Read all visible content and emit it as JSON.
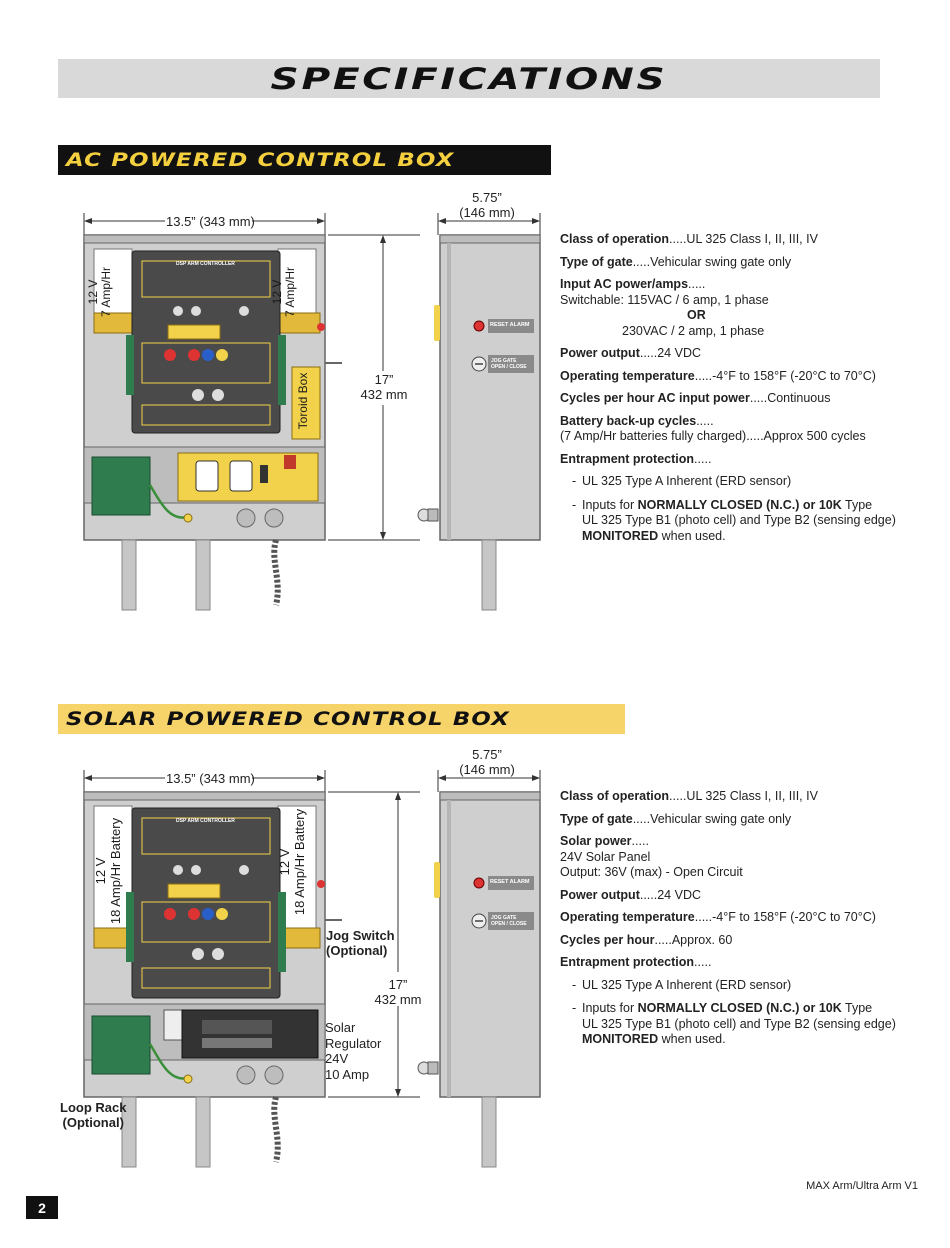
{
  "page_title": "SPECIFICATIONS",
  "ac": {
    "banner": "AC POWERED CONTROL BOX",
    "width_dim": "13.5” (343 mm)",
    "depth_dim_1": "5.75”",
    "depth_dim_2": "(146 mm)",
    "height_dim_1": "17”",
    "height_dim_2": "432 mm",
    "battery_label_1": "12 V",
    "battery_label_2": "7 Amp/Hr",
    "toroid_label": "Toroid Box",
    "reset_alarm": "RESET ALARM",
    "jog_gate_1": "JOG GATE",
    "jog_gate_2": "OPEN / CLOSE",
    "controller_title": "DSP ARM CONTROLLER",
    "specs": {
      "class_label": "Class of operation",
      "class_value": ".....UL 325 Class I, II, III, IV",
      "gate_label": "Type of gate",
      "gate_value": ".....Vehicular swing gate only",
      "input_label": "Input AC power/amps",
      "input_value": ".....",
      "input_line1": "Switchable: 115VAC / 6 amp, 1 phase",
      "input_or": "OR",
      "input_line2": "230VAC / 2 amp, 1 phase",
      "power_label": "Power output",
      "power_value": ".....24 VDC",
      "temp_label": "Operating temperature",
      "temp_value": ".....-4°F to 158°F (-20°C to 70°C)",
      "cycles_label": "Cycles per hour AC input power",
      "cycles_value": ".....Continuous",
      "battery_label": "Battery back-up cycles",
      "battery_value": ".....",
      "battery_line": "(7 Amp/Hr batteries fully charged).....Approx 500 cycles",
      "entrap_label": "Entrapment protection",
      "entrap_value": ".....",
      "entrap_item1": "UL 325 Type A Inherent (ERD sensor)",
      "entrap_item2_a": "Inputs for ",
      "entrap_item2_b": "NORMALLY CLOSED (N.C.) or 10K",
      "entrap_item2_c": " Type",
      "entrap_item2_d": "UL 325 Type B1 (photo cell) and Type B2 (sensing edge)",
      "entrap_item2_e": "MONITORED",
      "entrap_item2_f": " when used."
    }
  },
  "solar": {
    "banner": "SOLAR POWERED CONTROL BOX",
    "width_dim": "13.5” (343 mm)",
    "depth_dim_1": "5.75”",
    "depth_dim_2": "(146 mm)",
    "height_dim_1": "17”",
    "height_dim_2": "432 mm",
    "battery_label_1": "12 V",
    "battery_label_2": "18 Amp/Hr Battery",
    "jog_switch_1": "Jog Switch",
    "jog_switch_2": "(Optional)",
    "regulator_1": "Solar",
    "regulator_2": "Regulator",
    "regulator_3": "24V",
    "regulator_4": "10 Amp",
    "loop_rack_1": "Loop Rack",
    "loop_rack_2": "(Optional)",
    "reset_alarm": "RESET ALARM",
    "jog_gate_1": "JOG GATE",
    "jog_gate_2": "OPEN / CLOSE",
    "controller_title": "DSP ARM CONTROLLER",
    "specs": {
      "class_label": "Class of operation",
      "class_value": ".....UL 325 Class I, II, III, IV",
      "gate_label": "Type of gate",
      "gate_value": ".....Vehicular swing gate only",
      "solar_label": "Solar power",
      "solar_value": ".....",
      "solar_line1": "24V Solar Panel",
      "solar_line2": "Output: 36V (max) - Open Circuit",
      "power_label": "Power output",
      "power_value": ".....24 VDC",
      "temp_label": "Operating temperature",
      "temp_value": ".....-4°F to 158°F (-20°C to 70°C)",
      "cycles_label": "Cycles per hour",
      "cycles_value": ".....Approx. 60",
      "entrap_label": "Entrapment protection",
      "entrap_value": ".....",
      "entrap_item1": "UL 325 Type A Inherent (ERD sensor)",
      "entrap_item2_a": "Inputs for ",
      "entrap_item2_b": "NORMALLY CLOSED (N.C.) or 10K",
      "entrap_item2_c": " Type",
      "entrap_item2_d": "UL 325 Type B1 (photo cell) and Type B2 (sensing edge)",
      "entrap_item2_e": "MONITORED",
      "entrap_item2_f": " when used."
    }
  },
  "footer": "MAX Arm/Ultra Arm V1",
  "page_number": "2",
  "colors": {
    "banner_ac_bg": "#111111",
    "banner_ac_text": "#f4d03f",
    "banner_solar_bg": "#f7d46a",
    "board_yellow": "#f2d24a",
    "board_dark": "#4a4a4a",
    "enclosure_gray": "#d0d0d0"
  }
}
